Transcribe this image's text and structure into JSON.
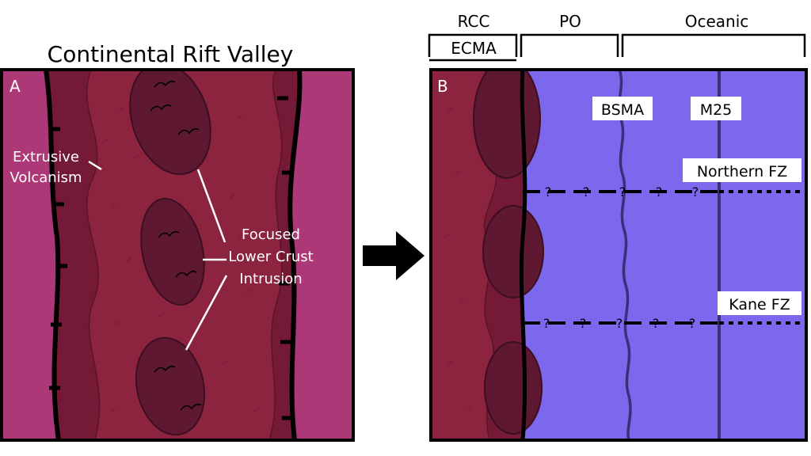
{
  "panel_a": {
    "title": "Continental Rift Valley",
    "letter": "A",
    "extrusive_line1": "Extrusive",
    "extrusive_line2": "Volcanism",
    "intrusion_line1": "Focused",
    "intrusion_line2": "Lower Crust",
    "intrusion_line3": "Intrusion"
  },
  "panel_b": {
    "letter": "B",
    "header_rcc": "RCC",
    "header_ecma": "ECMA",
    "header_po": "PO",
    "header_oceanic": "Oceanic",
    "label_bsma": "BSMA",
    "label_m25": "M25",
    "label_northern_fz": "Northern FZ",
    "label_kane_fz": "Kane FZ",
    "uncertain_mark": "?"
  },
  "colors": {
    "outer_pink": "#ad3877",
    "rift_dark": "#741a37",
    "rift_mid": "#8c2440",
    "intrusion": "#5e1832",
    "oceanic": "#7b68ec",
    "outline": "#000000"
  }
}
